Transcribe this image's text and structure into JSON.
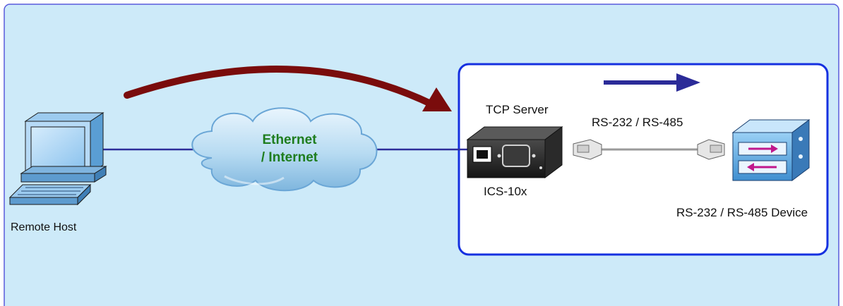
{
  "remote_host": {
    "label": "Remote Host",
    "icon": "computer-icon"
  },
  "network": {
    "line1": "Ethernet",
    "line2": "/ Internet",
    "icon": "cloud-icon"
  },
  "server": {
    "mode_label": "TCP Server",
    "model_label": "ICS-10x",
    "icon": "device-server-icon"
  },
  "serial_link": {
    "label": "RS-232 / RS-485",
    "icon": "serial-cable-icon"
  },
  "serial_device": {
    "label": "RS-232 / RS-485 Device",
    "icon": "serial-device-icon"
  },
  "colors": {
    "background": "#cdeaf9",
    "border": "#5a5adc",
    "panel_border": "#1530e0",
    "connection_line": "#2e2e9a",
    "session_arrow": "#7a0c0c",
    "data_arrow": "#2b2b98",
    "cloud_text": "#1e7d1e"
  }
}
